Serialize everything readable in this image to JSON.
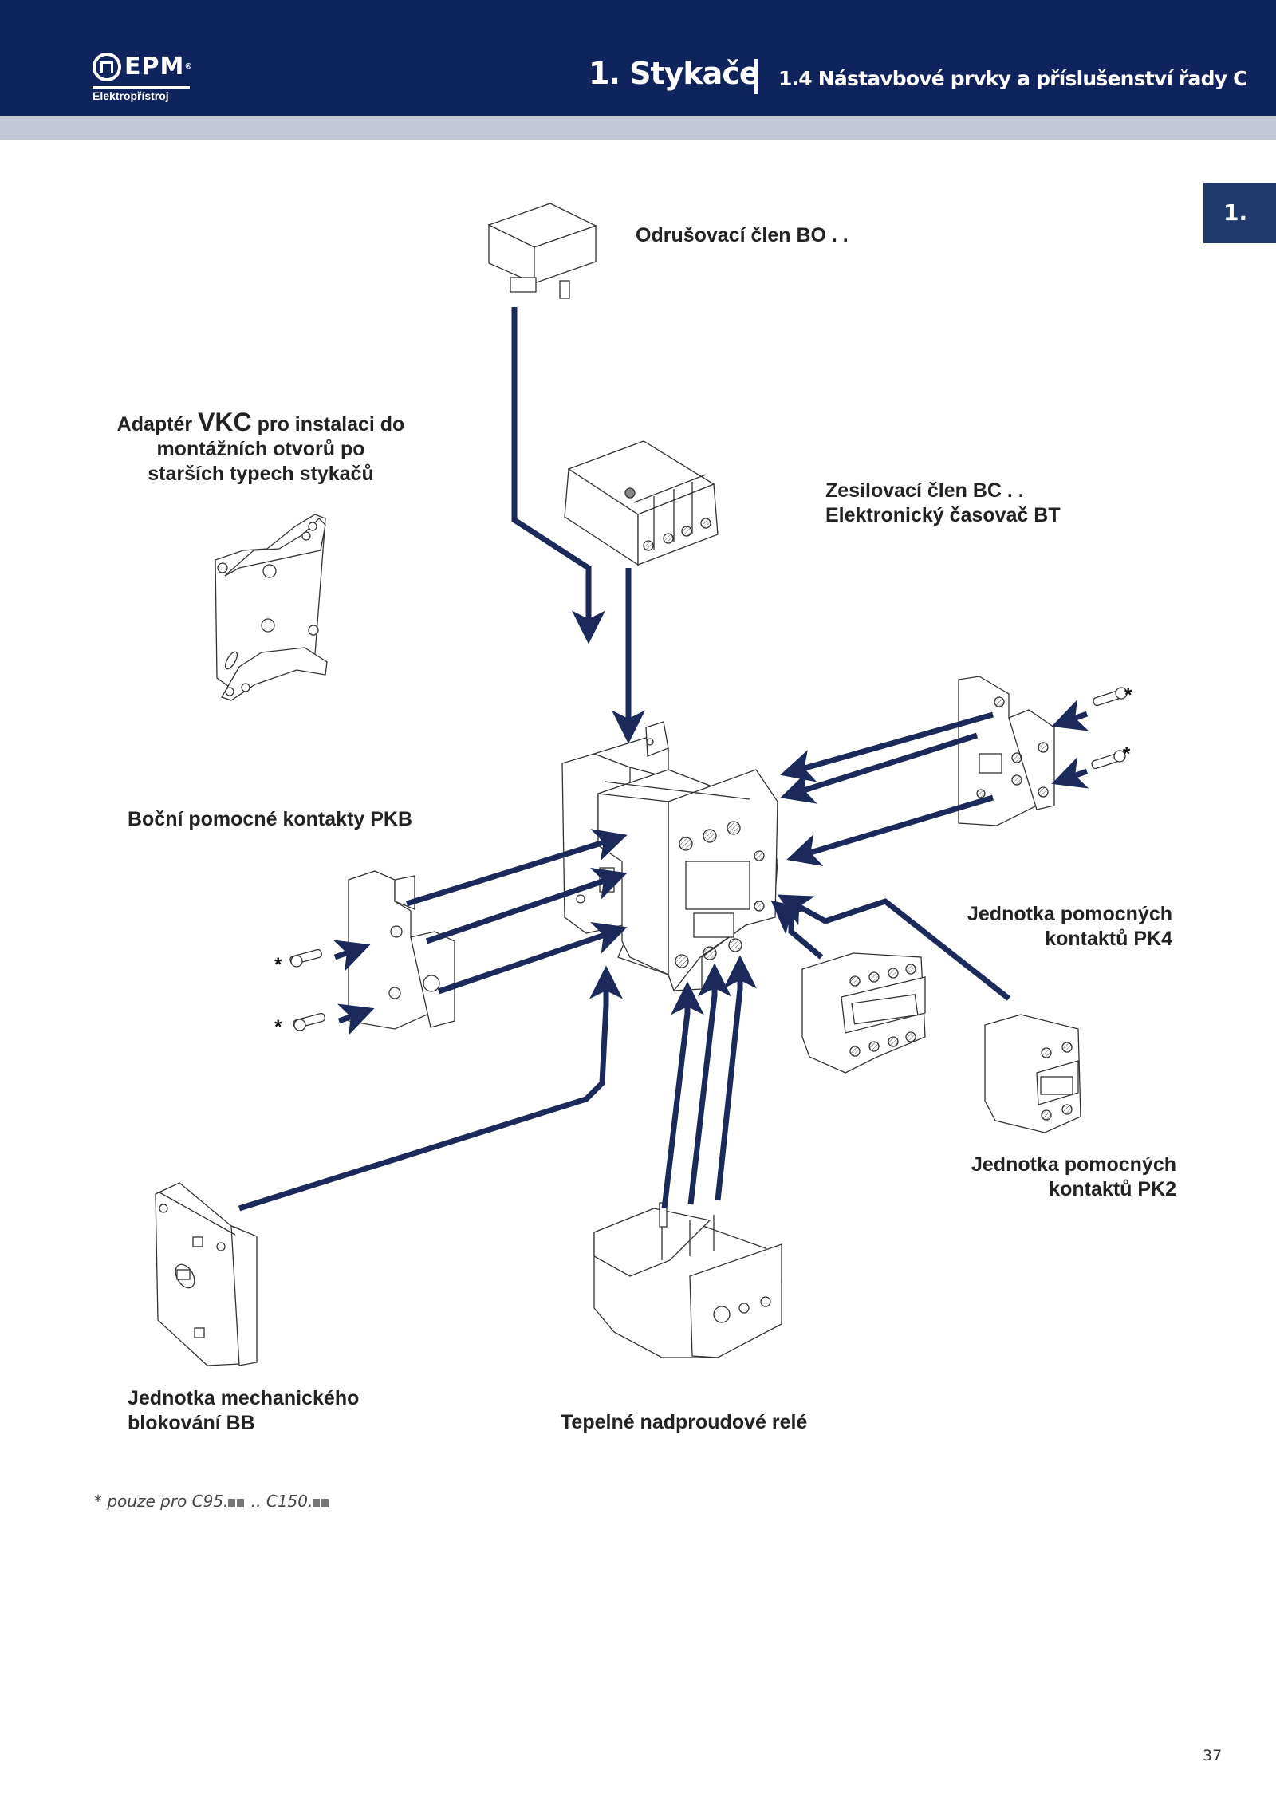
{
  "header": {
    "logo": {
      "name": "EPM",
      "registered": "®",
      "subtitle": "Elektropřístroj"
    },
    "chapter_title": "1. Stykače",
    "section_title": "1.4 Nástavbové prvky a příslušenství řady C"
  },
  "chapter_tab": "1.",
  "labels": {
    "bo": "Odrušovací člen BO . .",
    "vkc_prefix": "Adaptér ",
    "vkc_code": "VKC",
    "vkc_suffix": " pro instalaci do",
    "vkc_line2": "montážních otvorů po",
    "vkc_line3": "starších typech stykačů",
    "bc_line1": "Zesilovací člen BC . .",
    "bc_line2": "Elektronický časovač BT",
    "pkb": "Boční pomocné kontakty PKB",
    "pk4_line1": "Jednotka pomocných",
    "pk4_line2": "kontaktů PK4",
    "pk2_line1": "Jednotka pomocných",
    "pk2_line2": "kontaktů PK2",
    "bb_line1": "Jednotka mechanického",
    "bb_line2": "blokování BB",
    "relay": "Tepelné nadproudové relé"
  },
  "asterisk": "*",
  "footnote": {
    "prefix": "* pouze pro C95.",
    "middle": " .. C150."
  },
  "page_number": "37",
  "colors": {
    "header_bg": "#0f235c",
    "subbar_bg": "#c3c8d6",
    "tab_bg": "#22396c",
    "arrow": "#1b2a5a"
  }
}
